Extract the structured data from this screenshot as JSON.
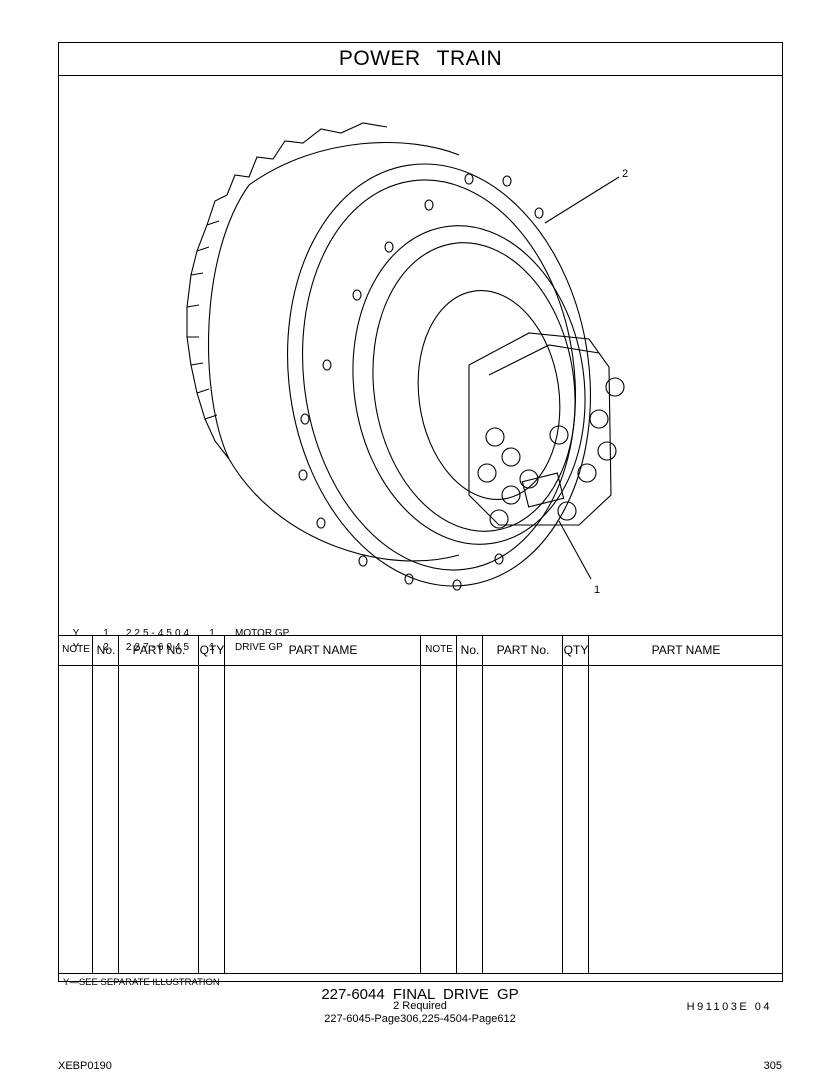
{
  "page": {
    "title": "POWER  TRAIN",
    "doc_code": "XEBP0190",
    "page_number": "305"
  },
  "illustration": {
    "callouts": [
      "2",
      "1"
    ]
  },
  "table": {
    "headers": {
      "note": "NOTE",
      "no": "No.",
      "part_no": "PART No.",
      "qty": "QTY",
      "part_name": "PART NAME"
    },
    "rows": [
      {
        "note": "Y",
        "no": "1",
        "part_no": "225-4504",
        "qty": "1",
        "part_name": "MOTOR  GP"
      },
      {
        "note": "Y",
        "no": "2",
        "part_no": "227-6045",
        "qty": "1",
        "part_name": "DRIVE  GP"
      }
    ]
  },
  "footnote": "Y—SEE  SEPARATE  ILLUSTRATION",
  "figure_code": "H91103E  04",
  "caption": {
    "main": "227-6044  FINAL  DRIVE  GP",
    "required": "2  Required",
    "refs": "227-6045-Page306,225-4504-Page612"
  }
}
